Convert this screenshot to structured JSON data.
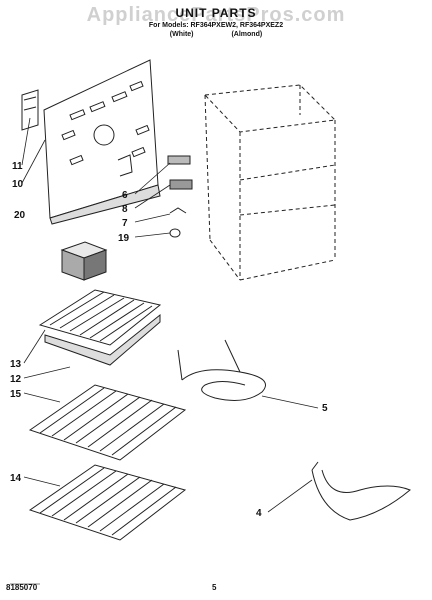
{
  "header": {
    "watermark": "AppliancePartsPros.com",
    "title": "UNIT PARTS",
    "models": "For Models: RF364PXEW2, RF364PXEZ2",
    "variant_white": "(White)",
    "variant_almond": "(Almond)"
  },
  "callouts": {
    "c11": "11",
    "c10": "10",
    "c20": "20",
    "c6": "6",
    "c8": "8",
    "c7": "7",
    "c19": "19",
    "c13": "13",
    "c12": "12",
    "c15": "15",
    "c5": "5",
    "c14": "14",
    "c4": "4"
  },
  "footer": {
    "doc_number": "8185070",
    "page_number": "5"
  }
}
